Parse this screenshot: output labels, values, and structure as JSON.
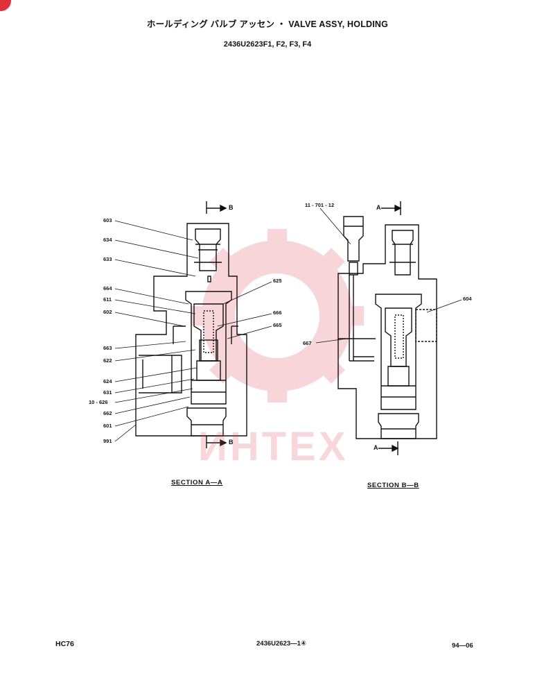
{
  "title": "ホールディング バルブ アッセン ・ VALVE ASSY, HOLDING",
  "subtitle": "2436U2623F1, F2, F3, F4",
  "watermark": {
    "text": "ИНТЕХ",
    "color": "#e44650"
  },
  "section_aa": {
    "label": "SECTION A—A",
    "arrow_top": "B",
    "arrow_bottom": "B",
    "callouts_left": [
      "603",
      "634",
      "633",
      "664",
      "611",
      "602",
      "663",
      "622",
      "624",
      "631",
      "10 - 626",
      "662",
      "601",
      "991"
    ],
    "callouts_right": [
      "625",
      "666",
      "665"
    ]
  },
  "section_bb": {
    "label": "SECTION B—B",
    "arrow_top": "A",
    "arrow_bottom": "A",
    "callouts": [
      "11 - 701 - 12",
      "604",
      "667"
    ]
  },
  "footer": {
    "left": "HC76",
    "center": "2436U2623—1④",
    "right": "94—06"
  }
}
